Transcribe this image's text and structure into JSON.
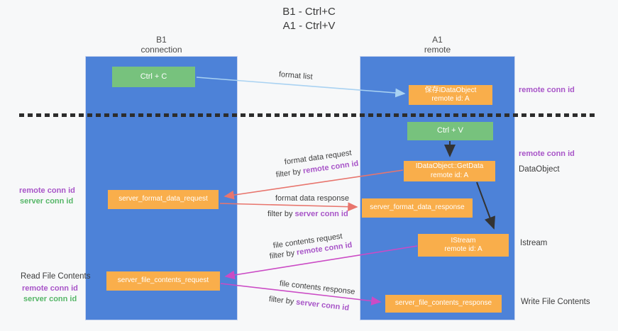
{
  "title": {
    "line1": "B1 - Ctrl+C",
    "line2": "A1 - Ctrl+V"
  },
  "columns": {
    "left": {
      "name": "B1",
      "role": "connection"
    },
    "right": {
      "name": "A1",
      "role": "remote"
    }
  },
  "boxes": {
    "ctrl_c": {
      "label": "Ctrl + C"
    },
    "ctrl_v": {
      "label": "Ctrl + V"
    },
    "save_idataobject": {
      "line1": "保存IDataObject",
      "line2": "remote id: A"
    },
    "getdata": {
      "line1": "IDataObject::GetData",
      "line2": "remote id: A"
    },
    "istream": {
      "line1": "IStream",
      "line2": "remote id: A"
    },
    "server_format_data_request": {
      "label": "server_format_data_request"
    },
    "server_format_data_response": {
      "label": "server_format_data_response"
    },
    "server_file_contents_request": {
      "label": "server_file_contents_request"
    },
    "server_file_contents_response": {
      "label": "server_file_contents_response"
    }
  },
  "arrow_labels": {
    "format_list": "format list",
    "format_data_request": "format data request",
    "format_data_request_filter_prefix": "filter by ",
    "format_data_request_filter_key": "remote conn id",
    "format_data_response": "format data response",
    "format_data_response_filter_prefix": "filter by ",
    "format_data_response_filter_key": "server conn id",
    "file_contents_request": "file contents request",
    "file_contents_request_filter_prefix": "filter by ",
    "file_contents_request_filter_key": "remote conn id",
    "file_contents_response": "file contents response",
    "file_contents_response_filter_prefix": "filter by ",
    "file_contents_response_filter_key": "server conn id"
  },
  "side_labels": {
    "right_remote_conn_id_top": "remote conn id",
    "right_remote_conn_id_mid": "remote conn id",
    "right_dataobject": "DataObject",
    "right_istream": "Istream",
    "right_write_file_contents": "Write File Contents",
    "left_remote_conn_id_mid": "remote conn id",
    "left_server_conn_id_mid": "server conn id",
    "left_read_file_contents": "Read File Contents",
    "left_remote_conn_id_bottom": "remote conn id",
    "left_server_conn_id_bottom": "server conn id"
  },
  "colors": {
    "column_blue": "#4d82d8",
    "box_green": "#77c27d",
    "box_orange": "#f9ae4b",
    "arrow_salmon": "#e8756d",
    "arrow_magenta": "#cb4bc5",
    "arrow_lightblue": "#a9d2f2",
    "arrow_black": "#333333",
    "label_purple": "#a855c8",
    "label_green": "#56b668"
  }
}
